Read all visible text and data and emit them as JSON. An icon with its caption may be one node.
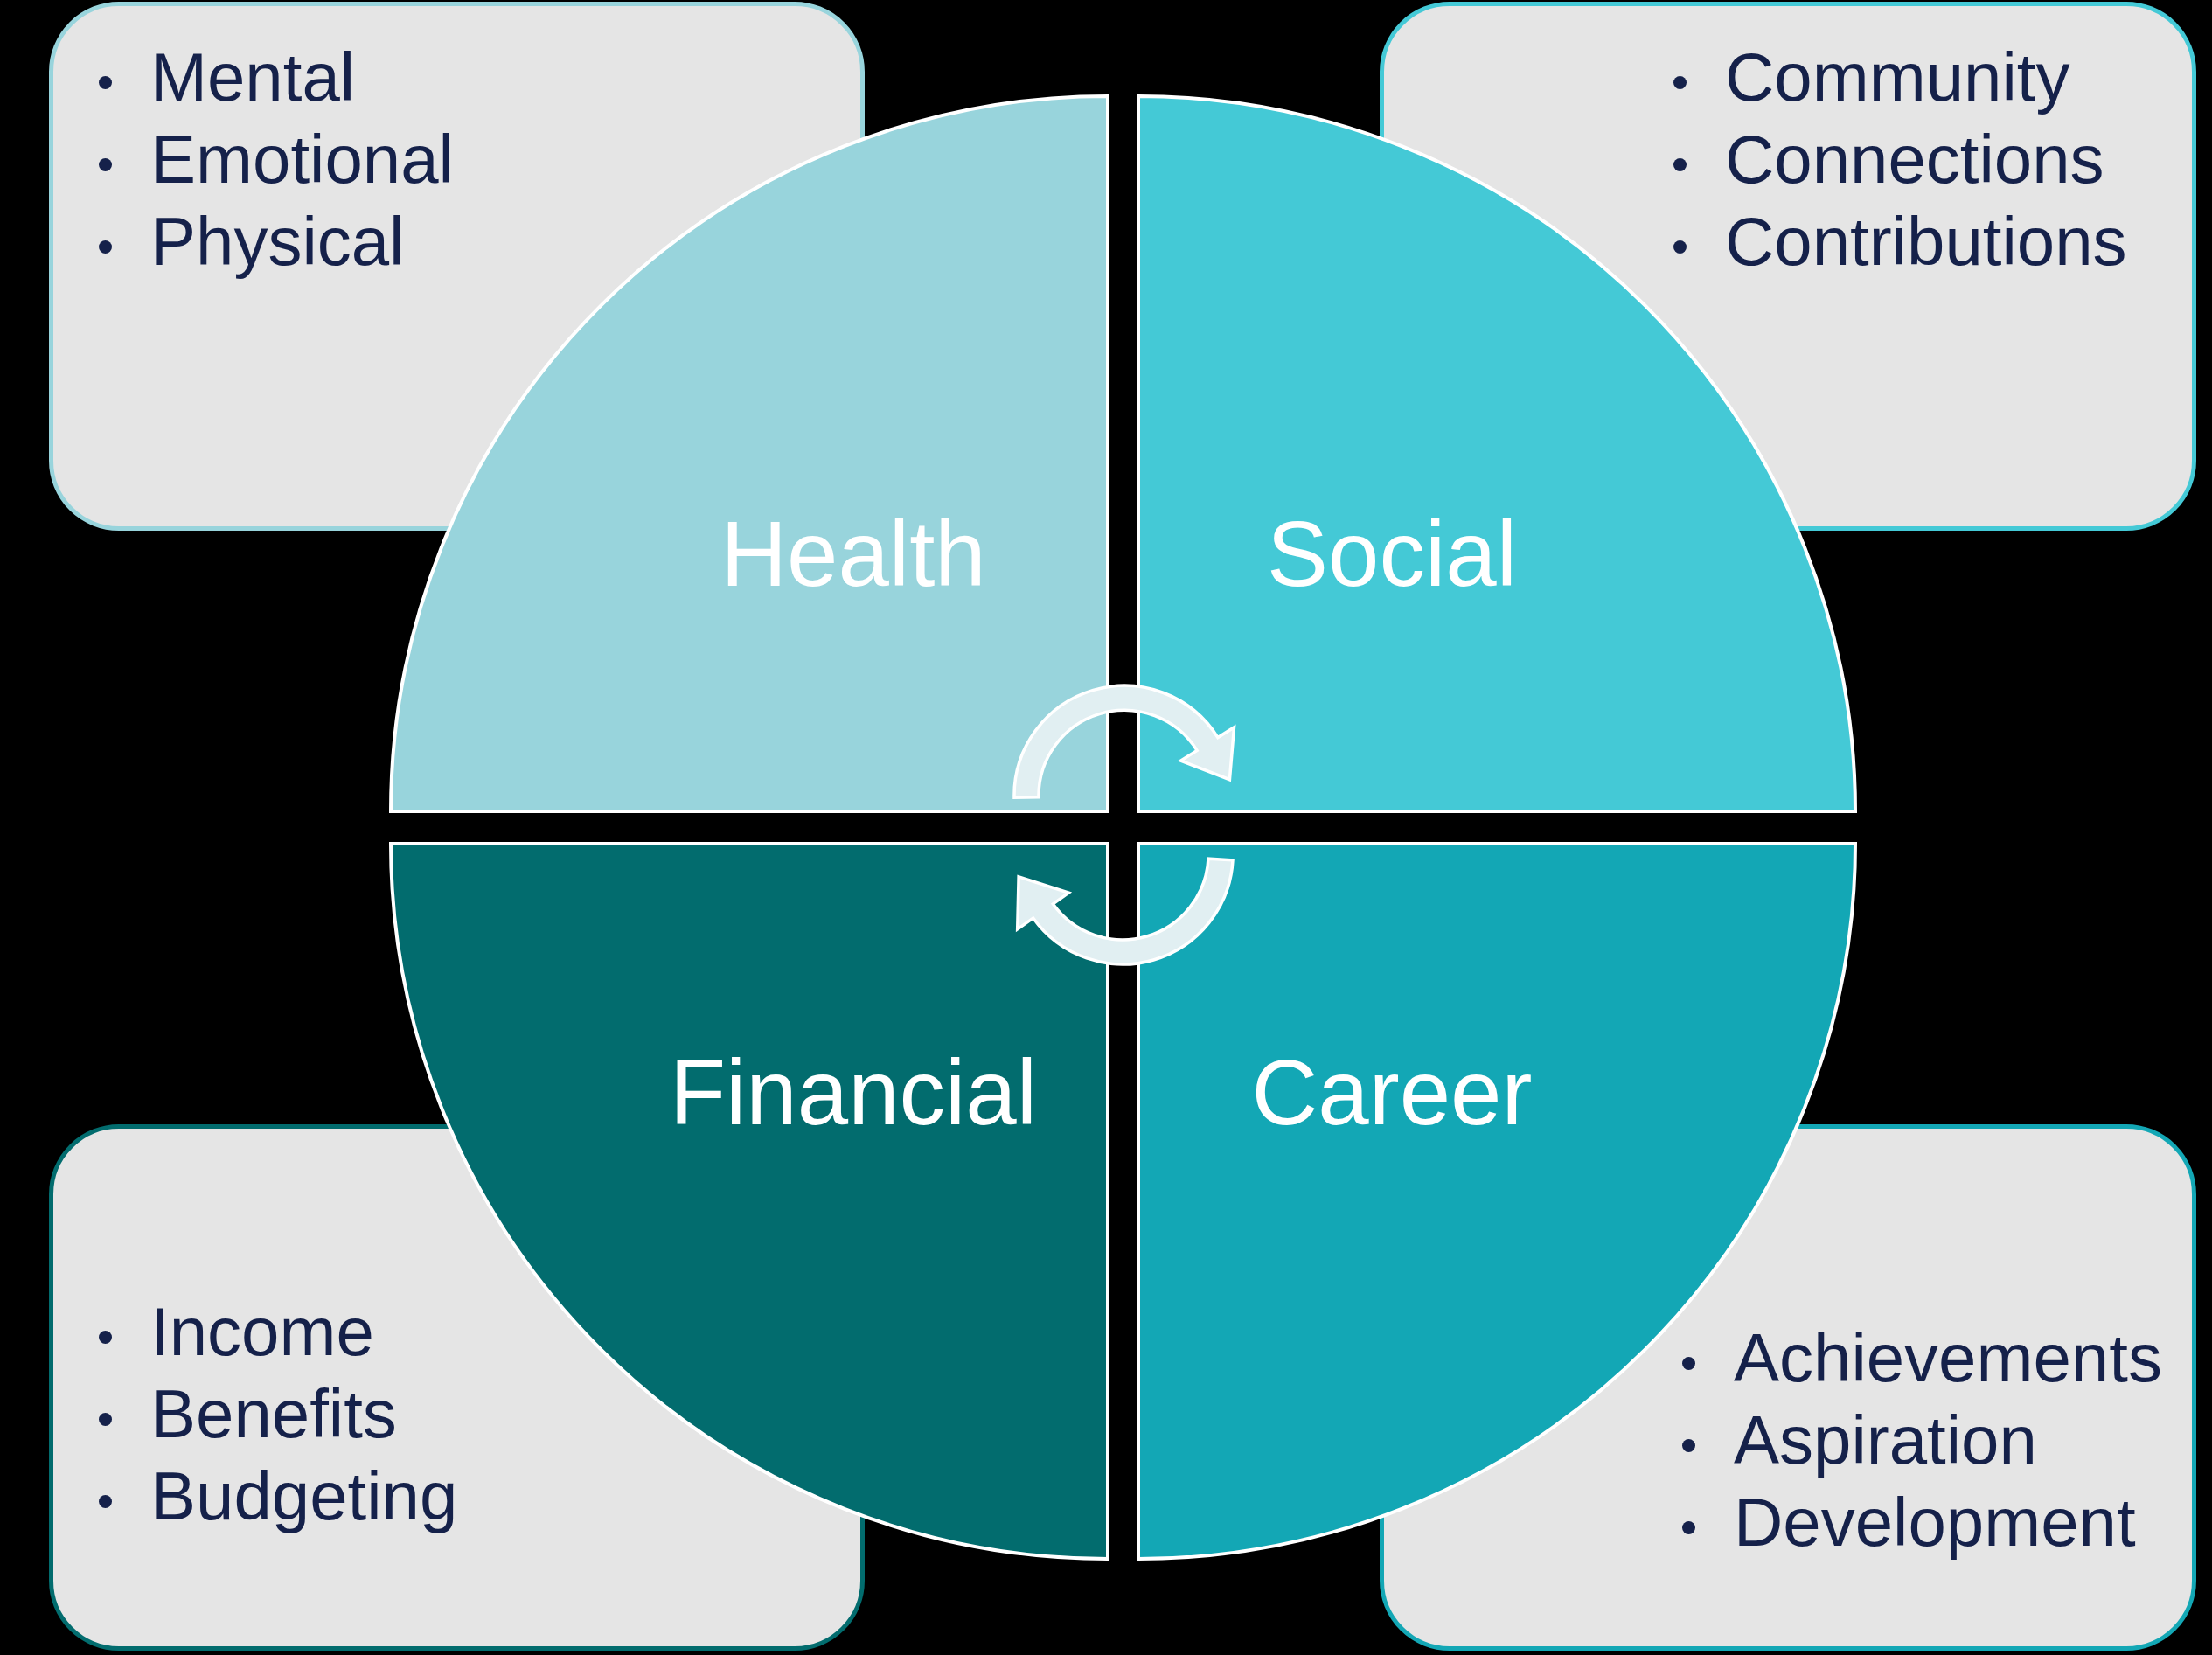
{
  "diagram": {
    "nodes": [
      {
        "text": [
          "Mental",
          "Emotional",
          "Physical"
        ]
      },
      {
        "text": [
          "Community",
          "Connections",
          "Contributions"
        ]
      },
      {
        "text": [
          "Health"
        ]
      },
      {
        "text": [
          "Social"
        ]
      },
      {
        "text": [
          "Financial"
        ]
      },
      {
        "text": [
          "Career"
        ]
      },
      {
        "text": [
          "Income",
          "Benefits",
          "Budgeting"
        ]
      },
      {
        "text": [
          "Achievements",
          "Aspiration",
          "Development"
        ]
      }
    ],
    "edges": [
      {
        "from": 2,
        "to": 3,
        "arrow": "to"
      },
      {
        "from": 5,
        "to": 4,
        "arrow": "to"
      }
    ]
  }
}
